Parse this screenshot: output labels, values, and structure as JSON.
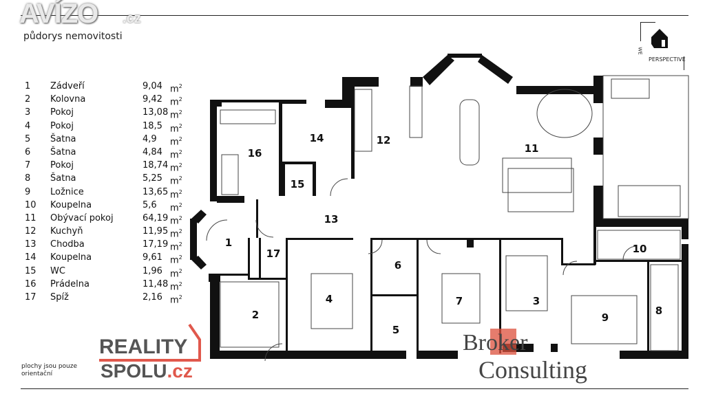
{
  "header": {
    "logo_text": "AVÍZO",
    "logo_suffix": ".cz",
    "title": "půdorys nemovitosti"
  },
  "legend": {
    "unit": "m",
    "unit_exp": "2",
    "rooms": [
      {
        "num": "1",
        "name": "Zádveří",
        "area": "9,04"
      },
      {
        "num": "2",
        "name": "Kolovna",
        "area": "9,42"
      },
      {
        "num": "3",
        "name": "Pokoj",
        "area": "13,08"
      },
      {
        "num": "4",
        "name": "Pokoj",
        "area": "18,5"
      },
      {
        "num": "5",
        "name": "Šatna",
        "area": "4,9"
      },
      {
        "num": "6",
        "name": "Šatna",
        "area": "4,84"
      },
      {
        "num": "7",
        "name": "Pokoj",
        "area": "18,74"
      },
      {
        "num": "8",
        "name": "Šatna",
        "area": "5,25"
      },
      {
        "num": "9",
        "name": "Ložnice",
        "area": "13,65"
      },
      {
        "num": "10",
        "name": "Koupelna",
        "area": "5,6"
      },
      {
        "num": "11",
        "name": "Obývací pokoj",
        "area": "64,19"
      },
      {
        "num": "12",
        "name": "Kuchyň",
        "area": "11,95"
      },
      {
        "num": "13",
        "name": "Chodba",
        "area": "17,19"
      },
      {
        "num": "14",
        "name": "Koupelna",
        "area": "9,61"
      },
      {
        "num": "15",
        "name": "WC",
        "area": "1,96"
      },
      {
        "num": "16",
        "name": "Prádelna",
        "area": "11,48"
      },
      {
        "num": "17",
        "name": "Spíž",
        "area": "2,16"
      }
    ]
  },
  "plan_labels": [
    "1",
    "2",
    "3",
    "4",
    "5",
    "6",
    "7",
    "8",
    "9",
    "10",
    "11",
    "12",
    "13",
    "14",
    "15",
    "16",
    "17"
  ],
  "footer": {
    "note": "plochy jsou pouze orientační",
    "reality_line1": "REALITY",
    "reality_line2": "SPOLU",
    "reality_suffix": ".cz",
    "broker_line1": "Broker",
    "broker_line2": "Consulting",
    "perspective_we": "WE",
    "perspective_text": "PERSPECTIVE"
  },
  "colors": {
    "accent_red": "#e0584c",
    "wall": "#111111"
  }
}
